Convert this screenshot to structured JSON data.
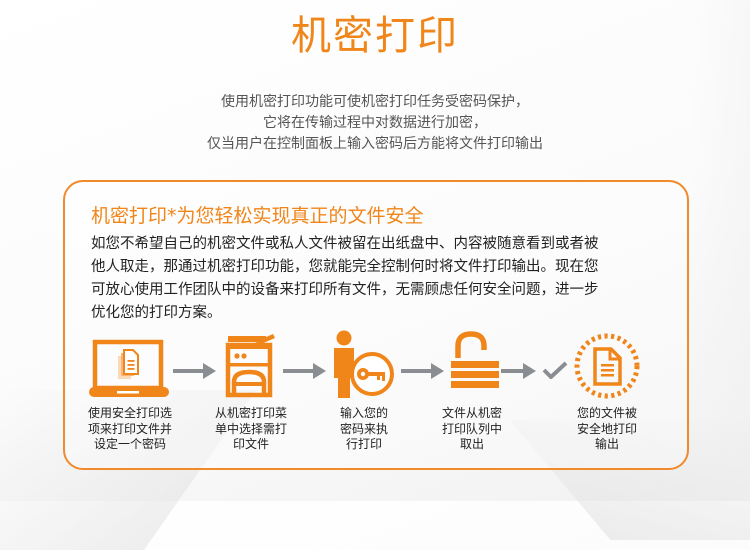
{
  "page": {
    "title": "机密打印",
    "subtitle_lines": [
      "使用机密打印功能可使机密打印任务受密码保护，",
      "它将在传输过程中对数据进行加密，",
      "仅当用户在控制面板上输入密码后方能将文件打印输出"
    ]
  },
  "card": {
    "title": "机密打印*为您轻松实现真正的文件安全",
    "body_lines": [
      "如您不希望自己的机密文件或私人文件被留在出纸盘中、内容被随意看到或者被",
      "他人取走，那通过机密打印功能，您就能完全控制何时将文件打印输出。现在您",
      "可放心使用工作团队中的设备来打印所有文件，无需顾虑任何安全问题，进一步",
      "优化您的打印方案。"
    ]
  },
  "steps": [
    {
      "icon": "laptop-document-icon",
      "label_lines": [
        "使用安全打印选",
        "项来打印文件并",
        "设定一个密码"
      ]
    },
    {
      "icon": "printer-icon",
      "label_lines": [
        "从机密打印菜",
        "单中选择需打",
        "印文件"
      ]
    },
    {
      "icon": "user-key-icon",
      "label_lines": [
        "输入您的",
        "密码来执",
        "行打印"
      ]
    },
    {
      "icon": "unlocked-padlock-icon",
      "label_lines": [
        "文件从机密",
        "打印队列中",
        "取出"
      ]
    },
    {
      "icon": "secure-document-icon",
      "label_lines": [
        "您的文件被",
        "安全地打印",
        "输出"
      ]
    }
  ],
  "colors": {
    "accent": "#f08519",
    "arrow": "#8a8d91",
    "text": "#222222"
  }
}
